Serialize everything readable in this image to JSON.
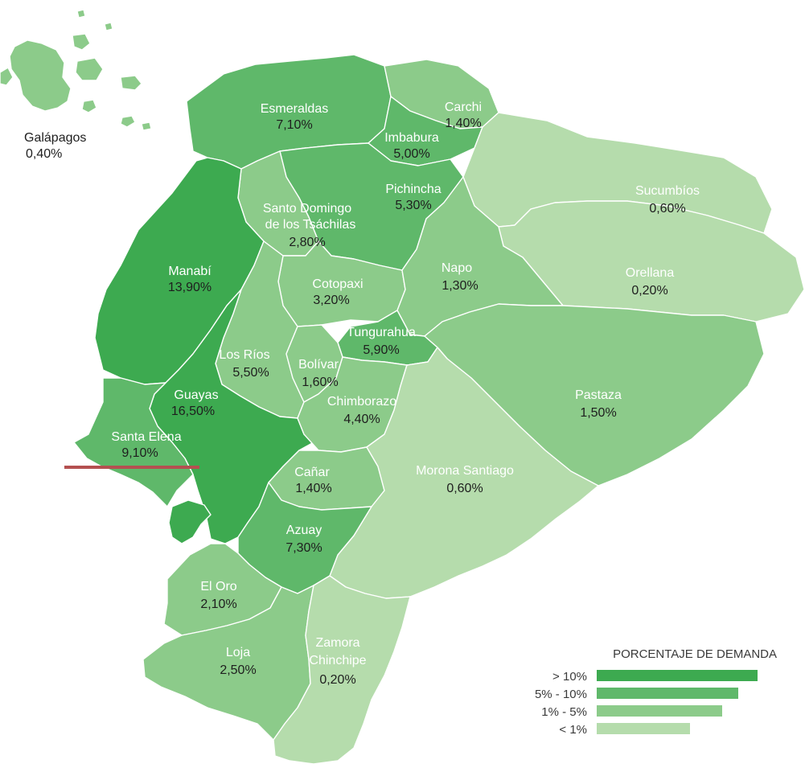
{
  "legend": {
    "title": "PORCENTAJE DE DEMANDA",
    "items": [
      {
        "label": "> 10%",
        "color": "#3daa50",
        "fraction": 1.0
      },
      {
        "label": "5% - 10%",
        "color": "#5fb86a",
        "fraction": 0.88
      },
      {
        "label": "1% - 5%",
        "color": "#8ccb8a",
        "fraction": 0.78
      },
      {
        "label": "< 1%",
        "color": "#b5dcac",
        "fraction": 0.58
      }
    ]
  },
  "colors": {
    "tier1": "#3daa50",
    "tier2": "#5fb86a",
    "tier3": "#8ccb8a",
    "tier4": "#b5dcac",
    "marker": "#b45050"
  },
  "provinces": {
    "galapagos": {
      "name": "Galápagos",
      "value": "0,40%"
    },
    "esmeraldas": {
      "name": "Esmeraldas",
      "value": "7,10%"
    },
    "carchi": {
      "name": "Carchi",
      "value": "1,40%"
    },
    "imbabura": {
      "name": "Imbabura",
      "value": "5,00%"
    },
    "pichincha": {
      "name": "Pichincha",
      "value": "5,30%"
    },
    "santo_domingo": {
      "name1": "Santo Domingo",
      "name2": "de los Tsáchilas",
      "value": "2,80%"
    },
    "sucumbios": {
      "name": "Sucumbíos",
      "value": "0,60%"
    },
    "orellana": {
      "name": "Orellana",
      "value": "0,20%"
    },
    "manabi": {
      "name": "Manabí",
      "value": "13,90%"
    },
    "cotopaxi": {
      "name": "Cotopaxi",
      "value": "3,20%"
    },
    "napo": {
      "name": "Napo",
      "value": "1,30%"
    },
    "tungurahua": {
      "name": "Tungurahua",
      "value": "5,90%"
    },
    "los_rios": {
      "name": "Los Ríos",
      "value": "5,50%"
    },
    "bolivar": {
      "name": "Bolívar",
      "value": "1,60%"
    },
    "guayas": {
      "name": "Guayas",
      "value": "16,50%"
    },
    "chimborazo": {
      "name": "Chimborazo",
      "value": "4,40%"
    },
    "pastaza": {
      "name": "Pastaza",
      "value": "1,50%"
    },
    "santa_elena": {
      "name": "Santa Elena",
      "value": "9,10%"
    },
    "canar": {
      "name": "Cañar",
      "value": "1,40%"
    },
    "morona": {
      "name": "Morona Santiago",
      "value": "0,60%"
    },
    "azuay": {
      "name": "Azuay",
      "value": "7,30%"
    },
    "el_oro": {
      "name": "El Oro",
      "value": "2,10%"
    },
    "loja": {
      "name": "Loja",
      "value": "2,50%"
    },
    "zamora": {
      "name1": "Zamora",
      "name2": "Chinchipe",
      "value": "0,20%"
    }
  }
}
